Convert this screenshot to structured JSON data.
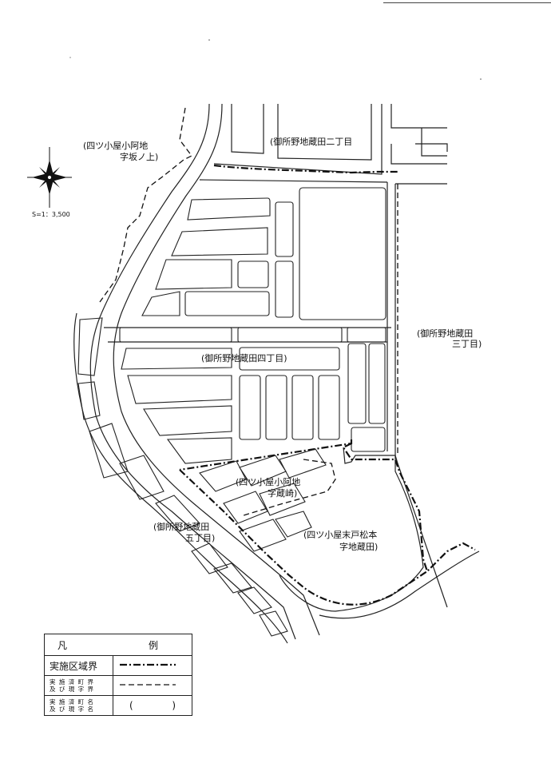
{
  "map": {
    "scale_text": "S=1：3,500",
    "labels": {
      "yotsukoya_oaji_sakanoue": [
        "(四ツ小屋小阿地",
        "字坂ノ上)"
      ],
      "kurata_2": "(御所野地蔵田二丁目",
      "kurata_3": [
        "(御所野地蔵田",
        "三丁目)"
      ],
      "kurata_4": "(御所野地蔵田四丁目)",
      "oaji_ura": [
        "(四ツ小屋小阿地",
        "字蔵崎)"
      ],
      "kurata_5": [
        "(御所野地蔵田",
        "五丁目)"
      ],
      "suedo_matsumoto": [
        "(四ツ小屋末戸松本",
        "字地蔵田)"
      ]
    }
  },
  "legend": {
    "title": "凡　　例",
    "rows": [
      {
        "label": "実施区域界",
        "symbol": "dash-dot-line"
      },
      {
        "label_lines": [
          "実 施 済 町 界",
          "及 び 現 字 界"
        ],
        "symbol": "dashed-line"
      },
      {
        "label_lines": [
          "実 施 済 町 名",
          "及 び 現 字 名"
        ],
        "symbol": "parentheses",
        "symbol_text": [
          "(",
          ")"
        ]
      }
    ]
  },
  "icons": {
    "north_arrow": "compass-rose-icon"
  }
}
